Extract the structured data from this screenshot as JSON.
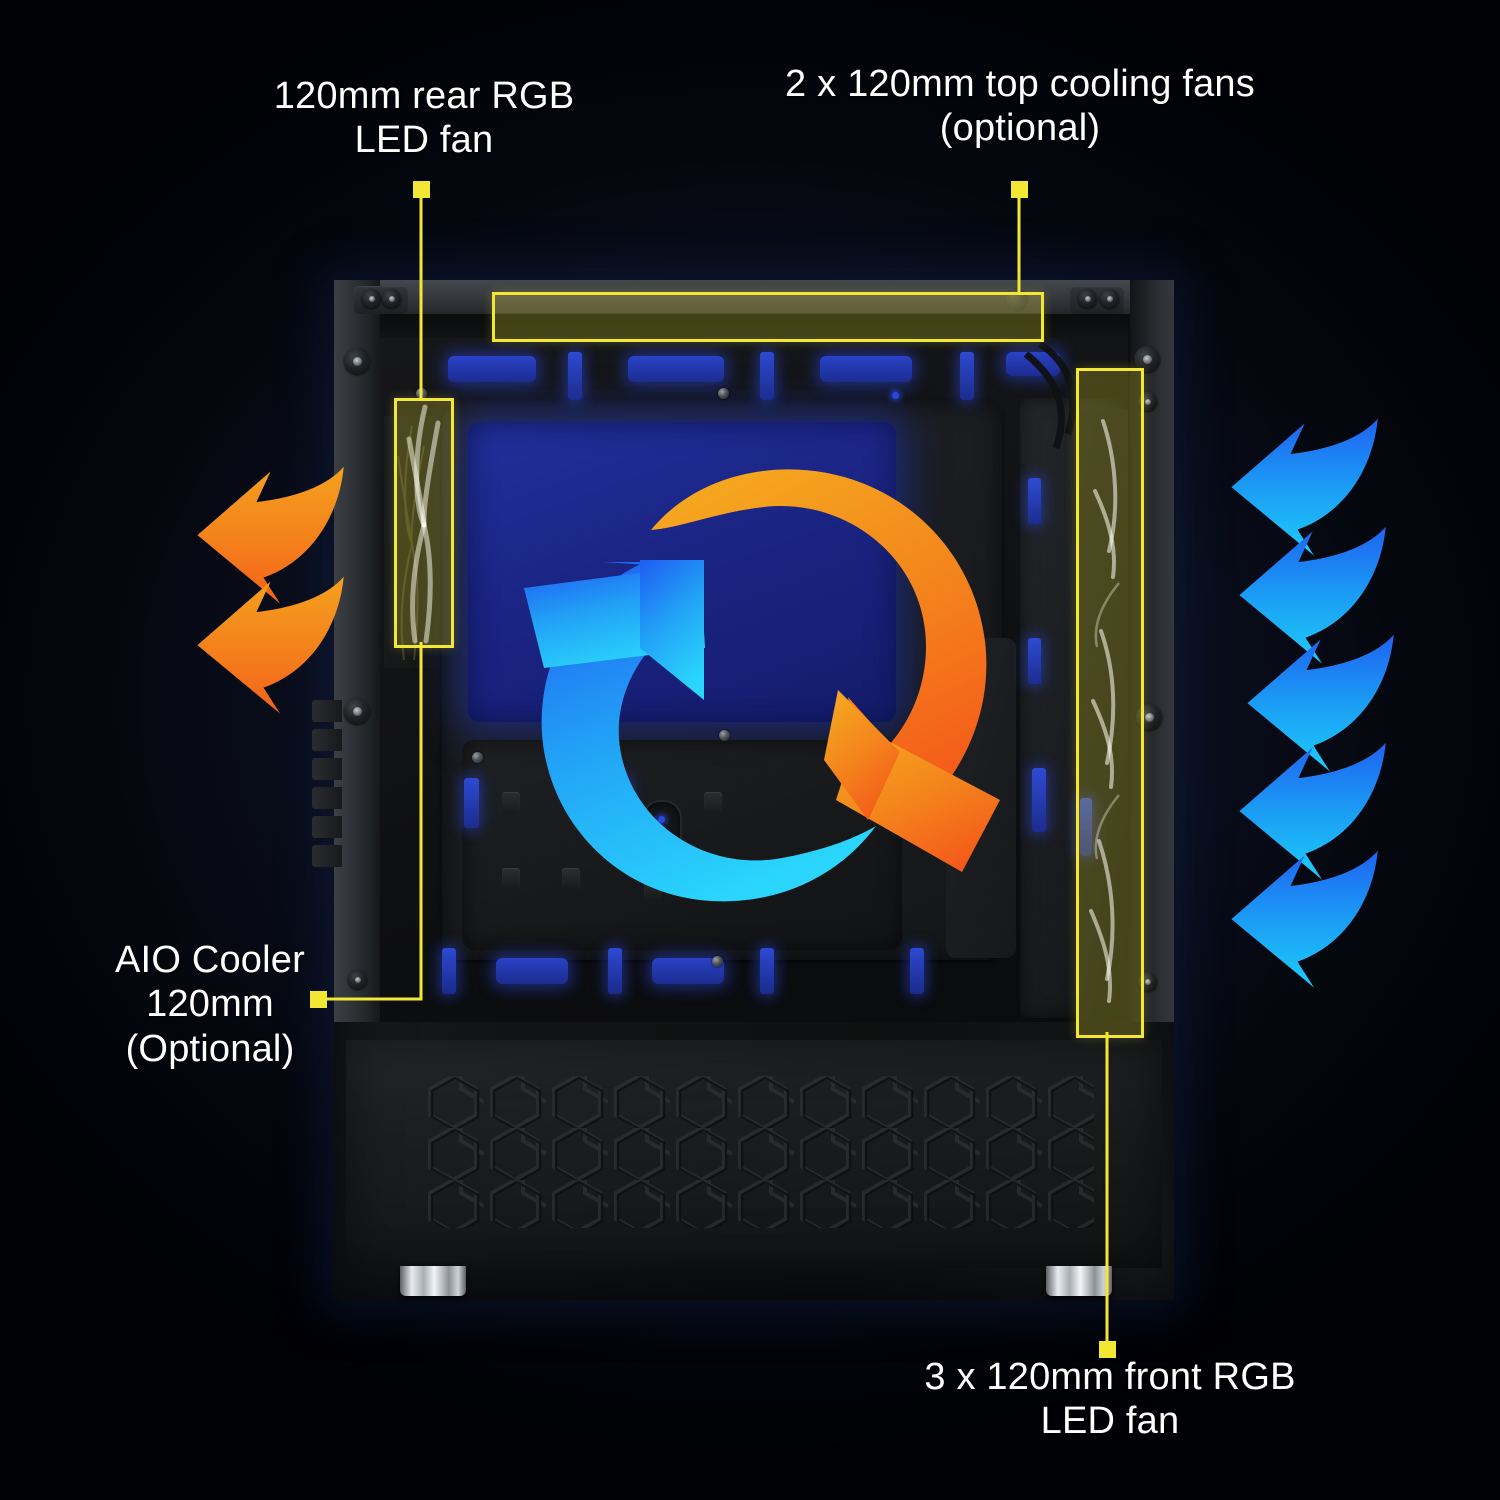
{
  "diagram": {
    "subject": "Mid-tower PC case airflow diagram",
    "background_color": "#05070f",
    "highlight_color": "#f2e833",
    "intake_arrow_color": "#1ba8f5",
    "exhaust_arrow_color": "#f47216"
  },
  "callouts": {
    "rear_fan": {
      "text": "120mm rear RGB\nLED fan",
      "marker_color": "#f2e833"
    },
    "top_fans": {
      "text": "2 x 120mm top cooling fans\n(optional)",
      "marker_color": "#f2e833"
    },
    "aio_cooler": {
      "text": "AIO Cooler\n120mm\n(Optional)",
      "marker_color": "#f2e833"
    },
    "front_fans": {
      "text": "3 x 120mm front RGB\nLED fan",
      "marker_color": "#f2e833"
    }
  },
  "airflow": {
    "exhaust_arrows_left_count": 2,
    "intake_arrows_right_count": 5,
    "center_symbol": "circular-airflow-arrows",
    "exhaust_color": "#f47216",
    "intake_color": "#1ba8f5"
  }
}
